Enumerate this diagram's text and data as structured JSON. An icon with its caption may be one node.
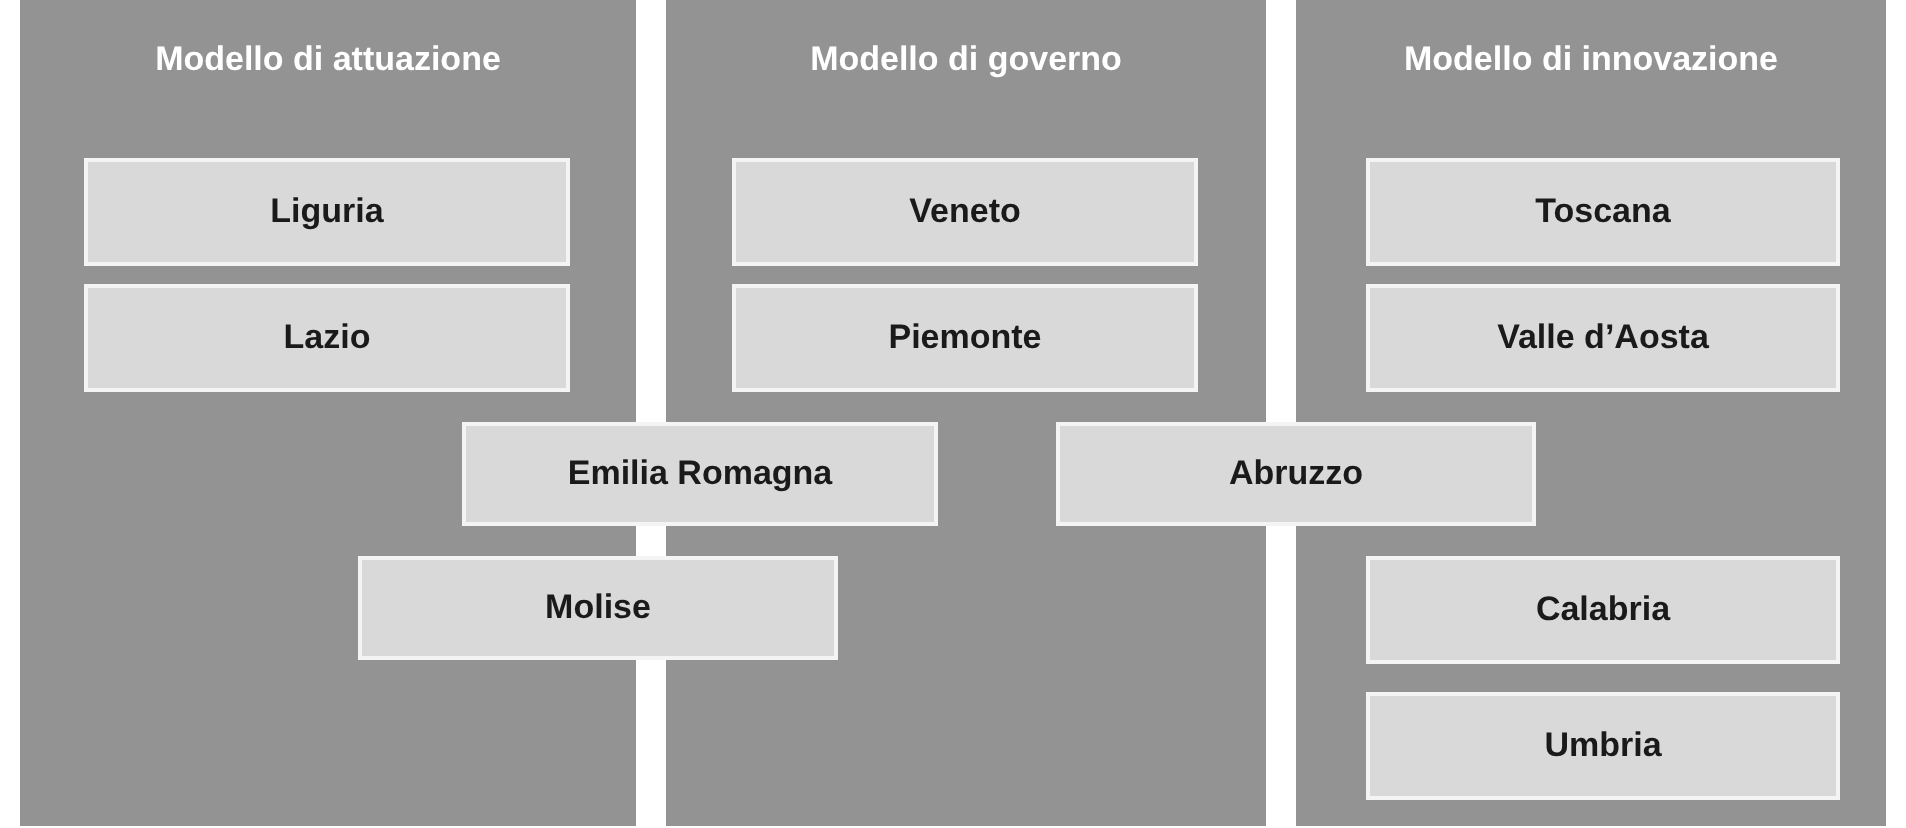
{
  "diagram": {
    "nodes": [
      {
        "text": [
          "Modello di attuazione"
        ]
      },
      {
        "text": [
          "Liguria"
        ],
        "in": 0
      },
      {
        "text": [
          "Lazio"
        ],
        "in": 0
      },
      {
        "text": [
          "Modello di governo"
        ]
      },
      {
        "text": [
          "Veneto"
        ],
        "in": 3
      },
      {
        "text": [
          "Piemonte"
        ],
        "in": 3
      },
      {
        "text": [
          "Modello di innovazione"
        ]
      },
      {
        "text": [
          "Toscana"
        ],
        "in": 6
      },
      {
        "text": [
          "Valle d’Aosta"
        ],
        "in": 6
      },
      {
        "text": [
          "Emilia Romagna"
        ]
      },
      {
        "text": [
          "Abruzzo"
        ]
      },
      {
        "text": [
          "Molise"
        ]
      },
      {
        "text": [
          "Calabria"
        ],
        "in": 6
      },
      {
        "text": [
          "Umbria"
        ],
        "in": 6
      }
    ]
  }
}
